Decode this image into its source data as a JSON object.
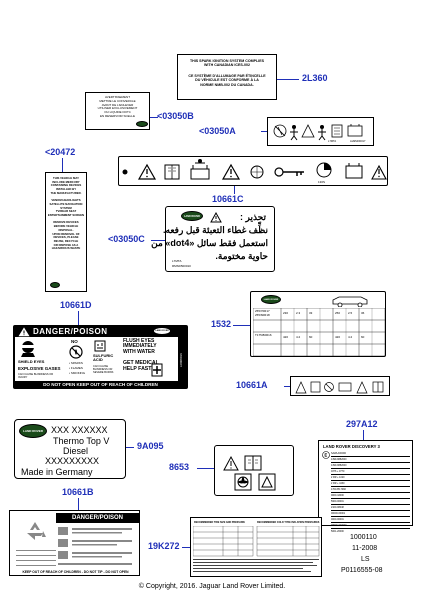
{
  "callouts": {
    "c2L360": "2L360",
    "c03050B": "<03050B",
    "c03050A": "<03050A",
    "c20472": "<20472",
    "c10661C": "10661C",
    "c03050C": "<03050C",
    "c10661D": "10661D",
    "c1532": "1532",
    "c10661A": "10661A",
    "c9A095": "9A095",
    "c297A12": "297A12",
    "c8653": "8653",
    "c10661B": "10661B",
    "c19K272": "19K272"
  },
  "label_2L360": {
    "line1": "THIS SPARK IGNITION SYSTEM COMPLIES",
    "line2": "WITH CANADIAN ICES-002",
    "line3": "CE SYSTÈME D'ALLUMAGE PAR ÉTINCELLE",
    "line4": "DU VÉHICULE EST CONFORME À LA",
    "line5": "NORME NMB-002 DU CANADA."
  },
  "label_03050B": {
    "lines": [
      "AVERTISSEMENT",
      "METTRE LE CONVERCLE",
      "AVANT DE L'ENLEVER",
      "UTILISER EXCLUSIVEMENT",
      "DU LIQUIDE DOT4",
      "EN RESERVOIR SCELLE"
    ]
  },
  "label_03050A": {
    "code": "L7MTA",
    "part": "AH9S000017"
  },
  "label_20472": {
    "lines": [
      "THIS VEHICLE MAY",
      "INCLUDE MERCURY",
      "CONTAINING DEVICES",
      "INSTALLED BY",
      "THE MANUFACTURER.",
      "",
      "VENOM HEADLIGHTS",
      "SATELLITE NAVIGATION",
      "SYSTEM",
      "TV/REAR SEAT",
      "ENTERTAINMENT SCREEN",
      "",
      "REMOVE DEVICES",
      "BEFORE VEHICLE",
      "DISPOSAL.",
      "UPON REMOVAL OF",
      "DEVICES, PLEASE",
      "REUSE, RECYCLE",
      "OR DISPOSE AS A",
      "HAZARDOUS WASTE"
    ]
  },
  "label_10661C": {
    "code": "130S"
  },
  "label_03050C": {
    "title": "تحذير :",
    "line1": "نظِّف غطاء التعبئة قبل رفعه.",
    "line2": "استعمل فقط سائل «dot4» من",
    "line3": "حاوية مختومة.",
    "code": "L7MTA",
    "part": "RMSD500010"
  },
  "label_10661D": {
    "header": "DANGER/POISON",
    "shield": "SHIELD EYES",
    "explosive": "EXPLOSIVE GASES",
    "cancause": "CAN CAUSE BLINDNESS OR INJURY",
    "no": "NO",
    "sparks": "• SPARKS",
    "flames": "• FLAMES",
    "smoking": "• SMOKING",
    "sulfuric": "SULFURIC ACID",
    "severe": "CAN CAUSE BLINDNESS OR SEVERE BURNS",
    "flush": "FLUSH EYES IMMEDIATELY WITH WATER",
    "medical": "GET MEDICAL HELP FAST",
    "footer": "DO NOT OPEN KEEP OUT OF REACH OF CHILDREN",
    "side": "LR008016"
  },
  "label_9A095": {
    "line1": "XXX  XXXXXX",
    "line2": "Thermo Top V",
    "line3": "Diesel",
    "line4": "XXXXXXXXX",
    "line5": "Made  in  Germany"
  },
  "label_297A12": {
    "title": "LAND ROVER DISCOVERY 3",
    "rows": [
      "SAWLA00000",
      "1399-9882000",
      "1399-9882000",
      "0376 + 0770",
      "2 RR + 1020",
      "2 RR + 4430",
      "1700-85-7082",
      "0000-42000",
      "5900-00001",
      "2100-08048",
      "00000-00001",
      "0000-00001",
      "WR00-000000",
      "5001-20000"
    ]
  },
  "label_10661B": {
    "header": "DANGER/POISON",
    "footer": "KEEP OUT OF REACH OF CHILDREN - DO NOT TIP - DO NOT OPEN"
  },
  "label_19K272": {
    "col1": "RECOMMENDED TIRE SIZE AND PRESSURE",
    "col2": "RECOMMENDED COLD TYRE INFLATION PRESSURES"
  },
  "brand": {
    "logo": "LAND ROVER"
  },
  "doc": {
    "ref1": "1000110",
    "ref2": "11-2008",
    "ref3": "LS",
    "ref4": "P0116555-08",
    "copyright": "© Copyright, 2016. Jaguar Land Rover Limited."
  }
}
